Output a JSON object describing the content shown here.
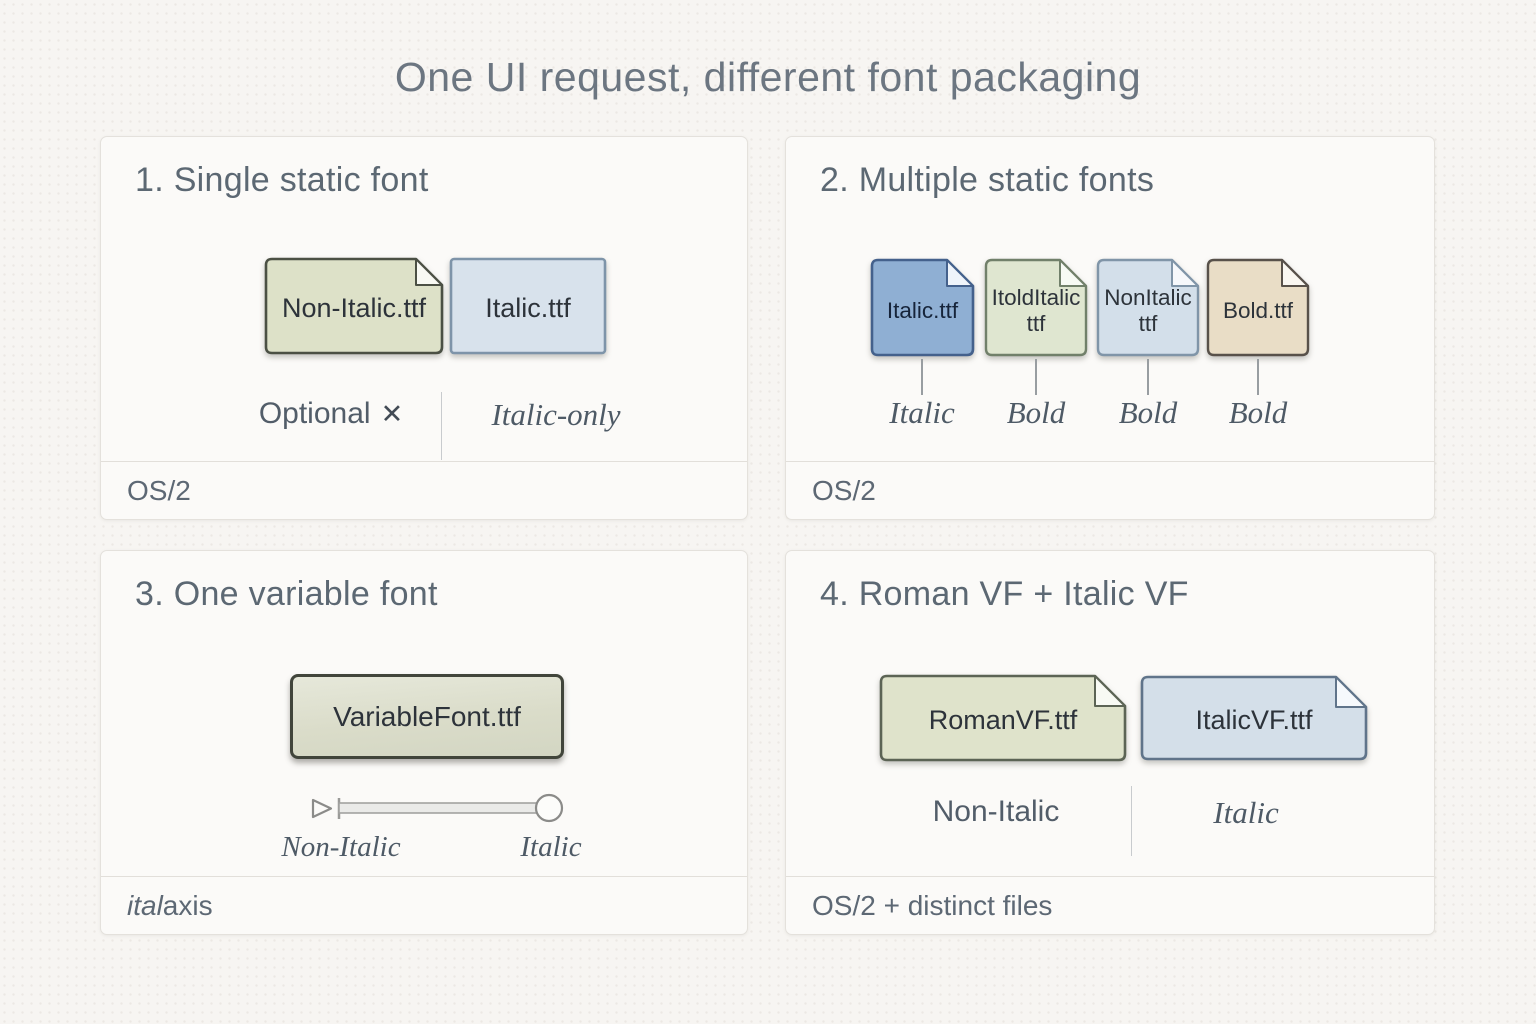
{
  "title": "One UI request, different font packaging",
  "colors": {
    "green_file": "#dde1c8",
    "light_blue_file": "#d8e2ec",
    "medium_blue_file": "#8fafd3",
    "tan_file": "#e9ddc6",
    "heading_text": "#5c6873",
    "italic_label_text": "#4e5a66"
  },
  "panels": [
    {
      "heading": "1. Single static font",
      "files": [
        {
          "name": "Non-Italic.ttf"
        },
        {
          "name": "Italic.ttf"
        }
      ],
      "annotations": {
        "left_label": "Optional",
        "left_icon": "✕",
        "right_label": "Italic-only"
      },
      "footer": "OS/2"
    },
    {
      "heading": "2. Multiple static fonts",
      "files": [
        {
          "name": "Italic.ttf",
          "tag": "Italic"
        },
        {
          "name": "ItoldItalic\nttf",
          "tag": "Bold"
        },
        {
          "name": "NonItalic\nttf",
          "tag": "Bold"
        },
        {
          "name": "Bold.ttf",
          "tag": "Bold"
        }
      ],
      "footer": "OS/2"
    },
    {
      "heading": "3. One variable font",
      "files": [
        {
          "name": "VariableFont.ttf"
        }
      ],
      "slider": {
        "left_label": "Non-Italic",
        "right_label": "Italic"
      },
      "footer_axis": "ital",
      "footer_rest": " axis"
    },
    {
      "heading": "4. Roman VF + Italic VF",
      "files": [
        {
          "name": "RomanVF.ttf"
        },
        {
          "name": "ItalicVF.ttf"
        }
      ],
      "annotations": {
        "left_label": "Non-Italic",
        "right_label": "Italic"
      },
      "footer": "OS/2 + distinct files"
    }
  ]
}
